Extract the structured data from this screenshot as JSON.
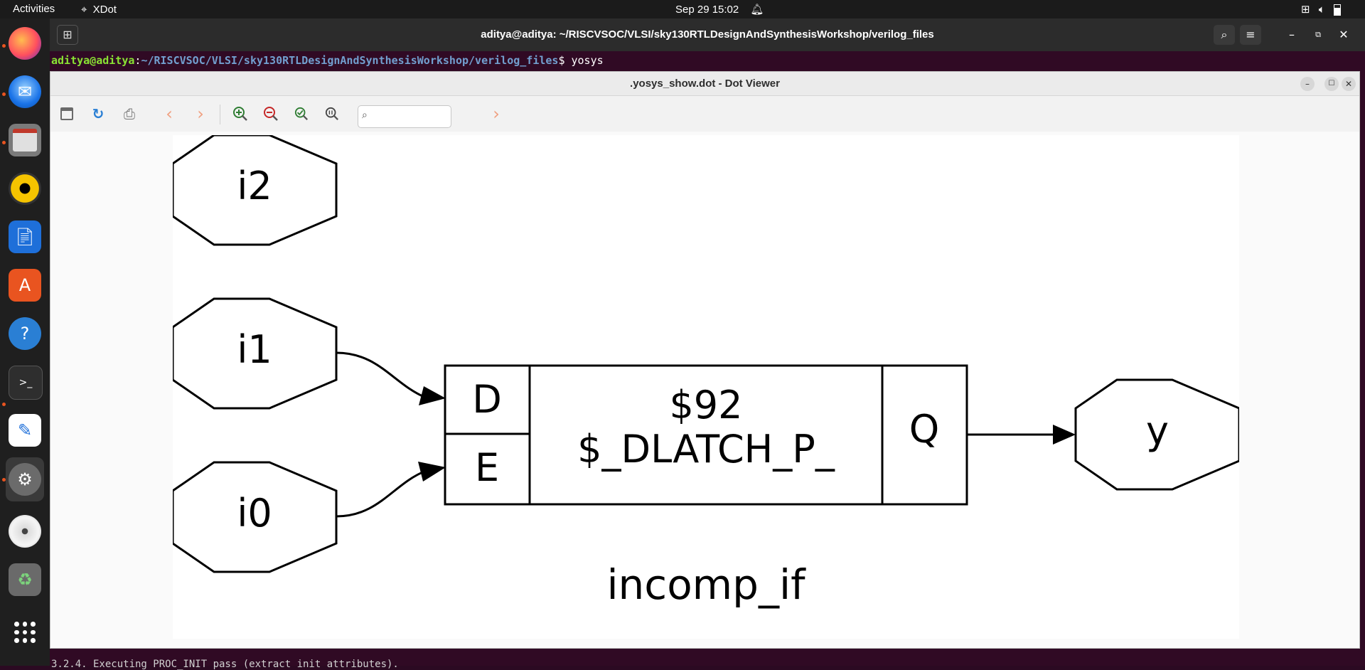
{
  "topbar": {
    "activities": "Activities",
    "app_name": "XDot",
    "datetime": "Sep 29  15:02"
  },
  "dock": {
    "items": [
      "Firefox",
      "Thunderbird",
      "Files",
      "Rhythmbox",
      "LibreOffice Writer",
      "Ubuntu Software",
      "Help",
      "Terminal",
      "Text Editor",
      "Settings",
      "Disc",
      "Trash",
      "Show Applications"
    ]
  },
  "terminal": {
    "title": "aditya@aditya: ~/RISCVSOC/VLSI/sky130RTLDesignAndSynthesisWorkshop/verilog_files",
    "prompt_user": "aditya@aditya",
    "prompt_path": "~/RISCVSOC/VLSI/sky130RTLDesignAndSynthesisWorkshop/verilog_files",
    "prompt_cmd": "$ yosys",
    "bottom_line": "3.2.4. Executing PROC_INIT pass (extract init attributes)."
  },
  "viewer": {
    "title": ".yosys_show.dot - Dot Viewer",
    "find_placeholder": ""
  },
  "graph": {
    "inputs": [
      "i2",
      "i1",
      "i0"
    ],
    "output": "y",
    "cell_id": "$92",
    "cell_type": "$_DLATCH_P_",
    "port_d": "D",
    "port_e": "E",
    "port_q": "Q",
    "module_name": "incomp_if"
  },
  "colors": {
    "terminal_bg": "#300a24",
    "prompt_user": "#8ae234",
    "prompt_path": "#729fcf",
    "accent": "#e95420"
  }
}
